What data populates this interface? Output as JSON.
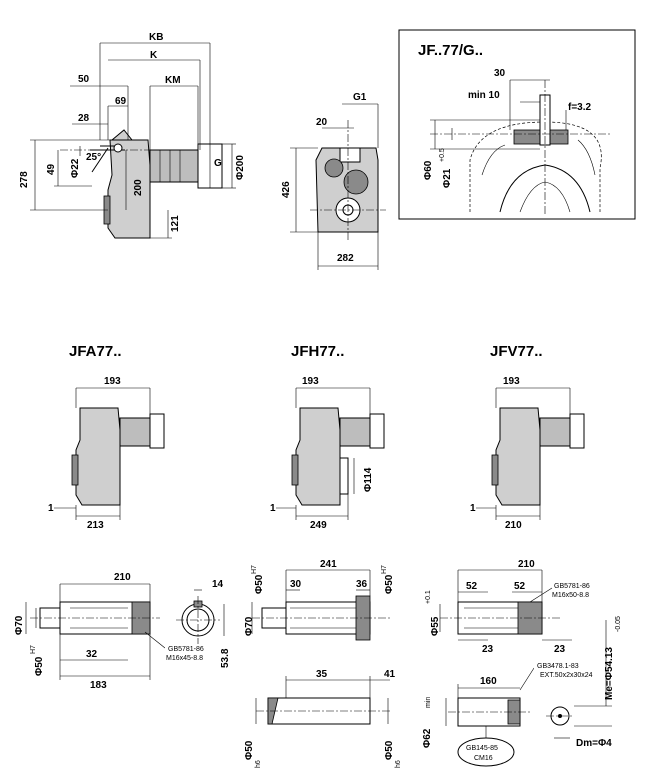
{
  "top_view": {
    "dims": {
      "kb": "KB",
      "k": "K",
      "km": "KM",
      "d50": "50",
      "d69": "69",
      "d28": "28",
      "angle": "25°",
      "d278": "278",
      "d49": "49",
      "phi22": "Φ22",
      "d200": "200",
      "phi200": "Φ200",
      "g": "G",
      "d121": "121"
    }
  },
  "end_view": {
    "dims": {
      "g1": "G1",
      "d20": "20",
      "d426": "426",
      "d282": "282"
    }
  },
  "inset": {
    "title": "JF..77/G..",
    "dims": {
      "d30": "30",
      "min10": "min 10",
      "f": "f=3.2",
      "phi60": "Φ60",
      "phi21": "Φ21",
      "tol": "+0.5"
    }
  },
  "variants": [
    {
      "title": "JFA77..",
      "top": "193",
      "left": "1",
      "bottom": "213"
    },
    {
      "title": "JFH77..",
      "top": "193",
      "left": "1",
      "bottom": "249",
      "side": "Φ114"
    },
    {
      "title": "JFV77..",
      "top": "193",
      "left": "1",
      "bottom": "210"
    }
  ],
  "shaft_a": {
    "d210": "210",
    "phi70": "Φ70",
    "phi50": "Φ50",
    "h7": "H7",
    "d32": "32",
    "d183": "183",
    "d14": "14",
    "d53": "53.8",
    "std1": "GB5781-86",
    "std2": "M16x45-8.8"
  },
  "shaft_h": {
    "d241": "241",
    "d30": "30",
    "d36": "36",
    "phi50a": "Φ50",
    "phi50b": "Φ50",
    "h7": "H7",
    "phi70": "Φ70",
    "d35": "35",
    "d41": "41",
    "phi50c": "Φ50",
    "phi50d": "Φ50",
    "h6": "h6"
  },
  "shaft_v": {
    "d210": "210",
    "d52a": "52",
    "d52b": "52",
    "d23a": "23",
    "d23b": "23",
    "phi55": "Φ55",
    "tol": "+0.1",
    "std1": "GB5781-86",
    "std2": "M16x50-8.8",
    "std3": "GB3478.1-83",
    "std3b": "EXT.50x2x30x24",
    "d160": "160",
    "phi62": "Φ62",
    "min": "min",
    "std4": "GB145-85",
    "std4b": "CM16",
    "me": "Me=Φ54.13",
    "me_tol": "-0.05",
    "dm": "Dm=Φ4"
  }
}
